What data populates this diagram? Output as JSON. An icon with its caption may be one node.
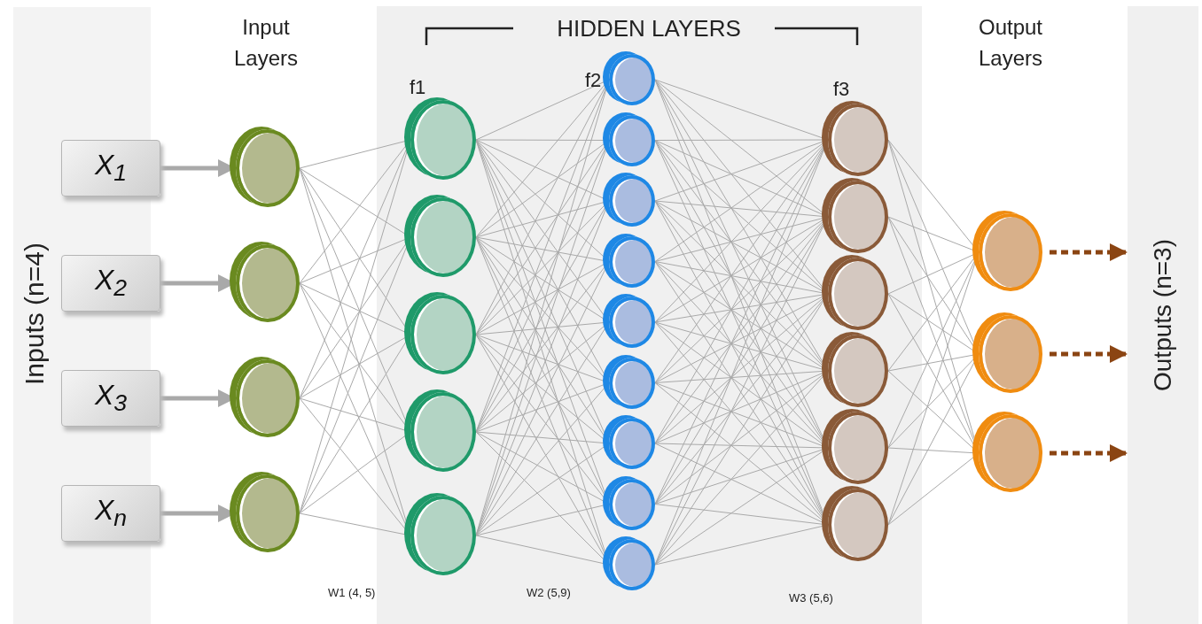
{
  "diagram": {
    "nodes": [
      {
        "text": [
          "X$_{1}$"
        ]
      },
      {
        "text": [
          "X$_{2}$"
        ]
      },
      {
        "text": [
          "X$_{3}$"
        ]
      },
      {
        "text": [
          "X$_{n}$"
        ]
      },
      {
        "text": [],
        "shape": "circle"
      },
      {
        "text": [],
        "shape": "circle"
      },
      {
        "text": [],
        "shape": "circle"
      },
      {
        "text": [],
        "shape": "circle"
      },
      {
        "text": [
          "HIDDEN LAYERS"
        ]
      },
      {
        "text": [],
        "shape": "circle",
        "in": 8
      },
      {
        "text": [],
        "shape": "circle",
        "in": 8
      },
      {
        "text": [],
        "shape": "circle",
        "in": 8
      },
      {
        "text": [],
        "shape": "circle",
        "in": 8
      },
      {
        "text": [],
        "shape": "circle",
        "in": 8
      },
      {
        "text": [],
        "shape": "circle",
        "in": 8
      },
      {
        "text": [],
        "shape": "circle",
        "in": 8
      },
      {
        "text": [],
        "shape": "circle",
        "in": 8
      },
      {
        "text": [],
        "shape": "circle",
        "in": 8
      },
      {
        "text": [],
        "shape": "circle",
        "in": 8
      },
      {
        "text": [],
        "shape": "circle",
        "in": 8
      },
      {
        "text": [],
        "shape": "circle",
        "in": 8
      },
      {
        "text": [],
        "shape": "circle",
        "in": 8
      },
      {
        "text": [],
        "shape": "circle",
        "in": 8
      },
      {
        "text": [],
        "shape": "circle",
        "in": 8
      },
      {
        "text": [],
        "shape": "circle",
        "in": 8
      },
      {
        "text": [],
        "shape": "circle",
        "in": 8
      },
      {
        "text": [],
        "shape": "circle",
        "in": 8
      },
      {
        "text": [],
        "shape": "circle",
        "in": 8
      },
      {
        "text": [],
        "shape": "circle",
        "in": 8
      },
      {
        "text": [],
        "shape": "circle"
      },
      {
        "text": [],
        "shape": "circle"
      },
      {
        "text": [],
        "shape": "circle"
      },
      {
        "text": [
          "Outputs (n=3)"
        ]
      }
    ],
    "edges": [
      {
        "from": 0,
        "to": 4,
        "arrow": "to",
        "style": "thick"
      },
      {
        "from": 1,
        "to": 5,
        "arrow": "to",
        "style": "thick"
      },
      {
        "from": 2,
        "to": 6,
        "arrow": "to",
        "style": "thick"
      },
      {
        "from": 3,
        "to": 7,
        "arrow": "to",
        "style": "thick"
      },
      {
        "from": 4,
        "to": 9,
        "arrow": "none"
      },
      {
        "from": 4,
        "to": 10,
        "arrow": "none"
      },
      {
        "from": 4,
        "to": 11,
        "arrow": "none"
      },
      {
        "from": 4,
        "to": 12,
        "arrow": "none"
      },
      {
        "from": 4,
        "to": 13,
        "arrow": "none"
      },
      {
        "from": 5,
        "to": 9,
        "arrow": "none"
      },
      {
        "from": 5,
        "to": 10,
        "arrow": "none"
      },
      {
        "from": 5,
        "to": 11,
        "arrow": "none"
      },
      {
        "from": 5,
        "to": 12,
        "arrow": "none"
      },
      {
        "from": 5,
        "to": 13,
        "arrow": "none"
      },
      {
        "from": 6,
        "to": 9,
        "arrow": "none"
      },
      {
        "from": 6,
        "to": 10,
        "arrow": "none"
      },
      {
        "from": 6,
        "to": 11,
        "arrow": "none"
      },
      {
        "from": 6,
        "to": 12,
        "arrow": "none"
      },
      {
        "from": 6,
        "to": 13,
        "arrow": "none"
      },
      {
        "from": 7,
        "to": 9,
        "arrow": "none"
      },
      {
        "from": 7,
        "to": 10,
        "arrow": "none"
      },
      {
        "from": 7,
        "to": 11,
        "arrow": "none"
      },
      {
        "from": 7,
        "to": 12,
        "arrow": "none"
      },
      {
        "from": 7,
        "to": 13,
        "arrow": "none"
      },
      {
        "from": 9,
        "to": 14,
        "arrow": "none"
      },
      {
        "from": 9,
        "to": 15,
        "arrow": "none"
      },
      {
        "from": 9,
        "to": 16,
        "arrow": "none"
      },
      {
        "from": 9,
        "to": 17,
        "arrow": "none"
      },
      {
        "from": 9,
        "to": 18,
        "arrow": "none"
      },
      {
        "from": 9,
        "to": 19,
        "arrow": "none"
      },
      {
        "from": 9,
        "to": 20,
        "arrow": "none"
      },
      {
        "from": 9,
        "to": 21,
        "arrow": "none"
      },
      {
        "from": 9,
        "to": 22,
        "arrow": "none"
      },
      {
        "from": 10,
        "to": 14,
        "arrow": "none"
      },
      {
        "from": 10,
        "to": 15,
        "arrow": "none"
      },
      {
        "from": 10,
        "to": 16,
        "arrow": "none"
      },
      {
        "from": 10,
        "to": 17,
        "arrow": "none"
      },
      {
        "from": 10,
        "to": 18,
        "arrow": "none"
      },
      {
        "from": 10,
        "to": 19,
        "arrow": "none"
      },
      {
        "from": 10,
        "to": 20,
        "arrow": "none"
      },
      {
        "from": 10,
        "to": 21,
        "arrow": "none"
      },
      {
        "from": 10,
        "to": 22,
        "arrow": "none"
      },
      {
        "from": 11,
        "to": 14,
        "arrow": "none"
      },
      {
        "from": 11,
        "to": 15,
        "arrow": "none"
      },
      {
        "from": 11,
        "to": 16,
        "arrow": "none"
      },
      {
        "from": 11,
        "to": 17,
        "arrow": "none"
      },
      {
        "from": 11,
        "to": 18,
        "arrow": "none"
      },
      {
        "from": 11,
        "to": 19,
        "arrow": "none"
      },
      {
        "from": 11,
        "to": 20,
        "arrow": "none"
      },
      {
        "from": 11,
        "to": 21,
        "arrow": "none"
      },
      {
        "from": 11,
        "to": 22,
        "arrow": "none"
      },
      {
        "from": 12,
        "to": 14,
        "arrow": "none"
      },
      {
        "from": 12,
        "to": 15,
        "arrow": "none"
      },
      {
        "from": 12,
        "to": 16,
        "arrow": "none"
      },
      {
        "from": 12,
        "to": 17,
        "arrow": "none"
      },
      {
        "from": 12,
        "to": 18,
        "arrow": "none"
      },
      {
        "from": 12,
        "to": 19,
        "arrow": "none"
      },
      {
        "from": 12,
        "to": 20,
        "arrow": "none"
      },
      {
        "from": 12,
        "to": 21,
        "arrow": "none"
      },
      {
        "from": 12,
        "to": 22,
        "arrow": "none"
      },
      {
        "from": 13,
        "to": 14,
        "arrow": "none"
      },
      {
        "from": 13,
        "to": 15,
        "arrow": "none"
      },
      {
        "from": 13,
        "to": 16,
        "arrow": "none"
      },
      {
        "from": 13,
        "to": 17,
        "arrow": "none"
      },
      {
        "from": 13,
        "to": 18,
        "arrow": "none"
      },
      {
        "from": 13,
        "to": 19,
        "arrow": "none"
      },
      {
        "from": 13,
        "to": 20,
        "arrow": "none"
      },
      {
        "from": 13,
        "to": 21,
        "arrow": "none"
      },
      {
        "from": 13,
        "to": 22,
        "arrow": "none"
      },
      {
        "from": 14,
        "to": 23,
        "arrow": "none"
      },
      {
        "from": 14,
        "to": 24,
        "arrow": "none"
      },
      {
        "from": 14,
        "to": 25,
        "arrow": "none"
      },
      {
        "from": 14,
        "to": 26,
        "arrow": "none"
      },
      {
        "from": 14,
        "to": 27,
        "arrow": "none"
      },
      {
        "from": 14,
        "to": 28,
        "arrow": "none"
      },
      {
        "from": 15,
        "to": 23,
        "arrow": "none"
      },
      {
        "from": 15,
        "to": 24,
        "arrow": "none"
      },
      {
        "from": 15,
        "to": 25,
        "arrow": "none"
      },
      {
        "from": 15,
        "to": 26,
        "arrow": "none"
      },
      {
        "from": 15,
        "to": 27,
        "arrow": "none"
      },
      {
        "from": 15,
        "to": 28,
        "arrow": "none"
      },
      {
        "from": 16,
        "to": 23,
        "arrow": "none"
      },
      {
        "from": 16,
        "to": 24,
        "arrow": "none"
      },
      {
        "from": 16,
        "to": 25,
        "arrow": "none"
      },
      {
        "from": 16,
        "to": 26,
        "arrow": "none"
      },
      {
        "from": 16,
        "to": 27,
        "arrow": "none"
      },
      {
        "from": 16,
        "to": 28,
        "arrow": "none"
      },
      {
        "from": 17,
        "to": 23,
        "arrow": "none"
      },
      {
        "from": 17,
        "to": 24,
        "arrow": "none"
      },
      {
        "from": 17,
        "to": 25,
        "arrow": "none"
      },
      {
        "from": 17,
        "to": 26,
        "arrow": "none"
      },
      {
        "from": 17,
        "to": 27,
        "arrow": "none"
      },
      {
        "from": 17,
        "to": 28,
        "arrow": "none"
      },
      {
        "from": 18,
        "to": 23,
        "arrow": "none"
      },
      {
        "from": 18,
        "to": 24,
        "arrow": "none"
      },
      {
        "from": 18,
        "to": 25,
        "arrow": "none"
      },
      {
        "from": 18,
        "to": 26,
        "arrow": "none"
      },
      {
        "from": 18,
        "to": 27,
        "arrow": "none"
      },
      {
        "from": 18,
        "to": 28,
        "arrow": "none"
      },
      {
        "from": 19,
        "to": 23,
        "arrow": "none"
      },
      {
        "from": 19,
        "to": 24,
        "arrow": "none"
      },
      {
        "from": 19,
        "to": 25,
        "arrow": "none"
      },
      {
        "from": 19,
        "to": 26,
        "arrow": "none"
      },
      {
        "from": 19,
        "to": 27,
        "arrow": "none"
      },
      {
        "from": 19,
        "to": 28,
        "arrow": "none"
      },
      {
        "from": 20,
        "to": 23,
        "arrow": "none"
      },
      {
        "from": 20,
        "to": 24,
        "arrow": "none"
      },
      {
        "from": 20,
        "to": 25,
        "arrow": "none"
      },
      {
        "from": 20,
        "to": 26,
        "arrow": "none"
      },
      {
        "from": 20,
        "to": 27,
        "arrow": "none"
      },
      {
        "from": 20,
        "to": 28,
        "arrow": "none"
      },
      {
        "from": 21,
        "to": 23,
        "arrow": "none"
      },
      {
        "from": 21,
        "to": 24,
        "arrow": "none"
      },
      {
        "from": 21,
        "to": 25,
        "arrow": "none"
      },
      {
        "from": 21,
        "to": 26,
        "arrow": "none"
      },
      {
        "from": 21,
        "to": 27,
        "arrow": "none"
      },
      {
        "from": 21,
        "to": 28,
        "arrow": "none"
      },
      {
        "from": 22,
        "to": 23,
        "arrow": "none"
      },
      {
        "from": 22,
        "to": 24,
        "arrow": "none"
      },
      {
        "from": 22,
        "to": 25,
        "arrow": "none"
      },
      {
        "from": 22,
        "to": 26,
        "arrow": "none"
      },
      {
        "from": 22,
        "to": 27,
        "arrow": "none"
      },
      {
        "from": 22,
        "to": 28,
        "arrow": "none"
      },
      {
        "from": 23,
        "to": 29,
        "arrow": "none"
      },
      {
        "from": 23,
        "to": 30,
        "arrow": "none"
      },
      {
        "from": 23,
        "to": 31,
        "arrow": "none"
      },
      {
        "from": 24,
        "to": 29,
        "arrow": "none"
      },
      {
        "from": 24,
        "to": 30,
        "arrow": "none"
      },
      {
        "from": 24,
        "to": 31,
        "arrow": "none"
      },
      {
        "from": 25,
        "to": 29,
        "arrow": "none"
      },
      {
        "from": 25,
        "to": 30,
        "arrow": "none"
      },
      {
        "from": 25,
        "to": 31,
        "arrow": "none"
      },
      {
        "from": 26,
        "to": 29,
        "arrow": "none"
      },
      {
        "from": 26,
        "to": 30,
        "arrow": "none"
      },
      {
        "from": 26,
        "to": 31,
        "arrow": "none"
      },
      {
        "from": 27,
        "to": 29,
        "arrow": "none"
      },
      {
        "from": 27,
        "to": 30,
        "arrow": "none"
      },
      {
        "from": 27,
        "to": 31,
        "arrow": "none"
      },
      {
        "from": 28,
        "to": 29,
        "arrow": "none"
      },
      {
        "from": 28,
        "to": 30,
        "arrow": "none"
      },
      {
        "from": 28,
        "to": 31,
        "arrow": "none"
      },
      {
        "from": 29,
        "to": 32,
        "arrow": "to",
        "style": "dashed",
        "color": "#8b4513"
      },
      {
        "from": 30,
        "to": 32,
        "arrow": "to",
        "style": "dashed",
        "color": "#8b4513"
      },
      {
        "from": 31,
        "to": 32,
        "arrow": "to",
        "style": "dashed",
        "color": "#8b4513"
      }
    ],
    "labels": [
      "Input Layers",
      "f1",
      "f2",
      "f3",
      "Output Layers",
      "Inputs (n=4)",
      "W1 (4, 5)",
      "W2 (5,9)",
      "W3 (5,6)"
    ]
  }
}
